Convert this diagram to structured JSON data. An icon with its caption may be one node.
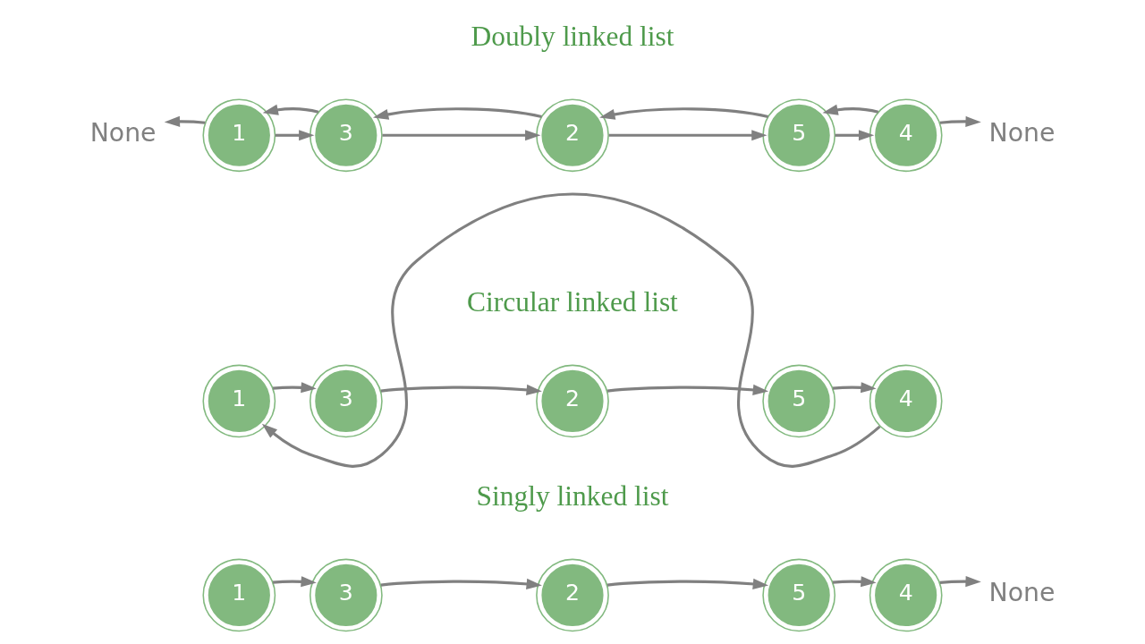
{
  "diagram": {
    "nodes": [
      {
        "text": [
          "1"
        ]
      },
      {
        "text": [
          "3"
        ]
      },
      {
        "text": [
          "2"
        ]
      },
      {
        "text": [
          "5"
        ]
      },
      {
        "text": [
          "4"
        ]
      },
      {
        "text": [
          "None"
        ]
      },
      {
        "text": [
          "1"
        ]
      },
      {
        "text": [
          "3"
        ]
      },
      {
        "text": [
          "2"
        ]
      },
      {
        "text": [
          "5"
        ]
      },
      {
        "text": [
          "4"
        ]
      },
      {
        "text": [
          "1"
        ]
      },
      {
        "text": [
          "3"
        ]
      },
      {
        "text": [
          "2"
        ]
      },
      {
        "text": [
          "5"
        ]
      },
      {
        "text": [
          "4"
        ]
      },
      {
        "text": [
          "None"
        ]
      },
      {
        "text": [
          "None"
        ]
      }
    ],
    "edges": [
      {
        "from": 0,
        "to": 1,
        "arrow": "to"
      },
      {
        "from": 1,
        "to": 2,
        "arrow": "to"
      },
      {
        "from": 2,
        "to": 3,
        "arrow": "to"
      },
      {
        "from": 3,
        "to": 4,
        "arrow": "to"
      },
      {
        "from": 4,
        "to": 5,
        "arrow": "to"
      },
      {
        "from": 6,
        "to": 7,
        "arrow": "to"
      },
      {
        "from": 7,
        "to": 8,
        "arrow": "to"
      },
      {
        "from": 8,
        "to": 9,
        "arrow": "to"
      },
      {
        "from": 9,
        "to": 10,
        "arrow": "to"
      },
      {
        "from": 10,
        "to": 6,
        "arrow": "to"
      },
      {
        "from": 11,
        "to": 12,
        "arrow": "to"
      },
      {
        "from": 12,
        "to": 13,
        "arrow": "to"
      },
      {
        "from": 13,
        "to": 14,
        "arrow": "to"
      },
      {
        "from": 14,
        "to": 15,
        "arrow": "to"
      },
      {
        "from": 15,
        "to": 16,
        "arrow": "to"
      },
      {
        "from": 12,
        "to": 11,
        "arrow": "to"
      },
      {
        "from": 13,
        "to": 12,
        "arrow": "to"
      },
      {
        "from": 14,
        "to": 13,
        "arrow": "to"
      },
      {
        "from": 15,
        "to": 14,
        "arrow": "to"
      },
      {
        "from": 11,
        "to": 17,
        "arrow": "to"
      }
    ],
    "labels": [
      "Singly linked list",
      "Circular linked list",
      "Doubly linked list"
    ]
  }
}
